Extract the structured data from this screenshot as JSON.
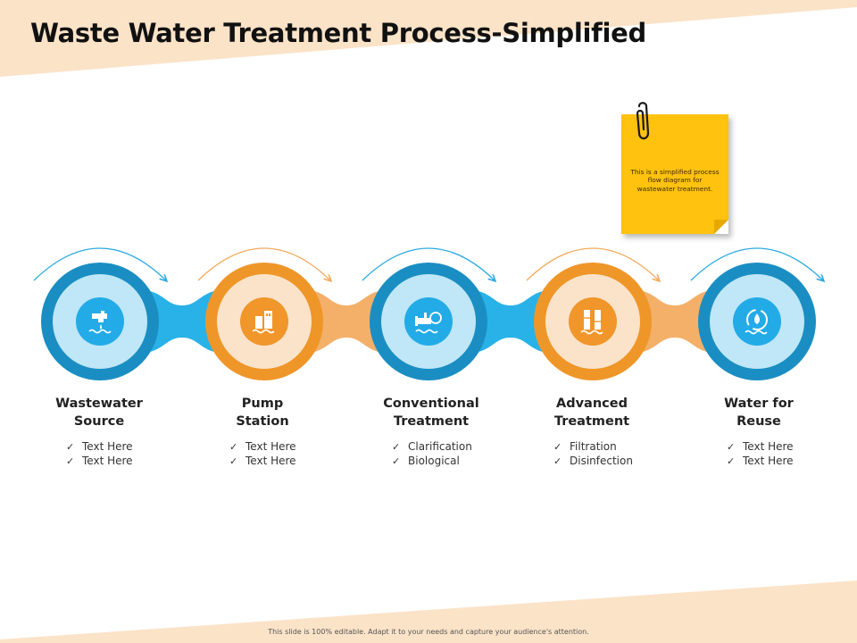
{
  "title": "Waste Water Treatment Process-Simplified",
  "colors": {
    "blue": "#1597d0",
    "light_blue": "#b9e6f7",
    "orange": "#f0962a",
    "light_orange": "#fbe1c4",
    "peach_band": "#fbe3c8",
    "note_yellow": "#ffc20e"
  },
  "steps": [
    {
      "label": "Wastewater\nSource",
      "icon": "faucet-water-icon",
      "color": "blue",
      "bullets": [
        "Text Here",
        "Text Here"
      ]
    },
    {
      "label": "Pump\nStation",
      "icon": "pump-station-icon",
      "color": "orange",
      "bullets": [
        "Text Here",
        "Text Here"
      ]
    },
    {
      "label": "Conventional\nTreatment",
      "icon": "pipe-valve-icon",
      "color": "blue",
      "bullets": [
        "Clarification",
        "Biological"
      ]
    },
    {
      "label": "Advanced\nTreatment",
      "icon": "filter-tank-icon",
      "color": "orange",
      "bullets": [
        "Filtration",
        "Disinfection"
      ]
    },
    {
      "label": "Water for\nReuse",
      "icon": "recycle-drop-icon",
      "color": "blue",
      "bullets": [
        "Text Here",
        "Text Here"
      ]
    }
  ],
  "note": {
    "text": "This is a simplified process flow diagram for wastewater treatment."
  },
  "footer": "This slide is 100% editable. Adapt it to your needs and capture your audience's attention."
}
